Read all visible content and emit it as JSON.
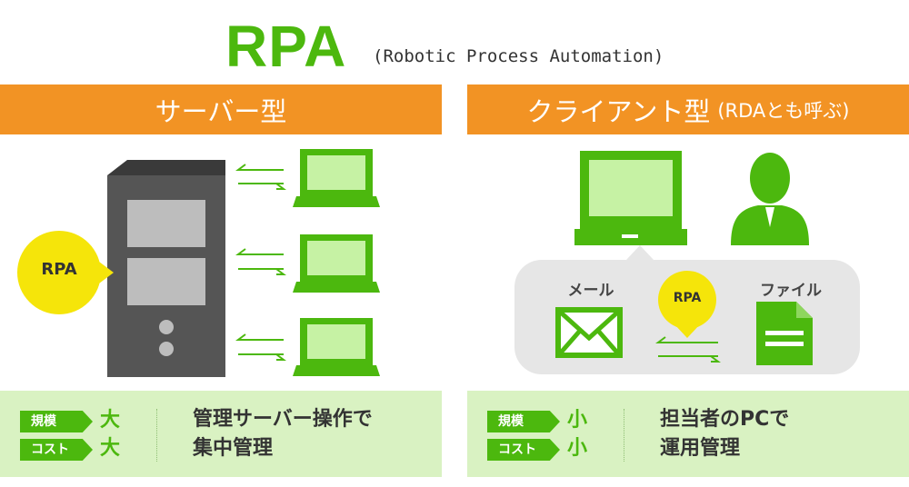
{
  "title": {
    "main": "RPA",
    "sub": "(Robotic Process Automation)"
  },
  "server": {
    "header": "サーバー型",
    "rpa_bubble": "RPA",
    "rows": [
      {
        "tag": "規模",
        "value": "大"
      },
      {
        "tag": "コスト",
        "value": "大"
      }
    ],
    "desc_line1": "管理サーバー操作で",
    "desc_line2": "集中管理"
  },
  "client": {
    "header": "クライアント型",
    "header_note": "(RDAとも呼ぶ)",
    "mail_label": "メール",
    "file_label": "ファイル",
    "rpa_bubble": "RPA",
    "rows": [
      {
        "tag": "規模",
        "value": "小"
      },
      {
        "tag": "コスト",
        "value": "小"
      }
    ],
    "desc_line1": "担当者のPCで",
    "desc_line2": "運用管理"
  },
  "colors": {
    "green": "#4cb80e",
    "orange": "#f29324",
    "light_green": "#d9f2c2",
    "server_gray": "#555555",
    "bubble_yellow": "#f5e50a"
  }
}
